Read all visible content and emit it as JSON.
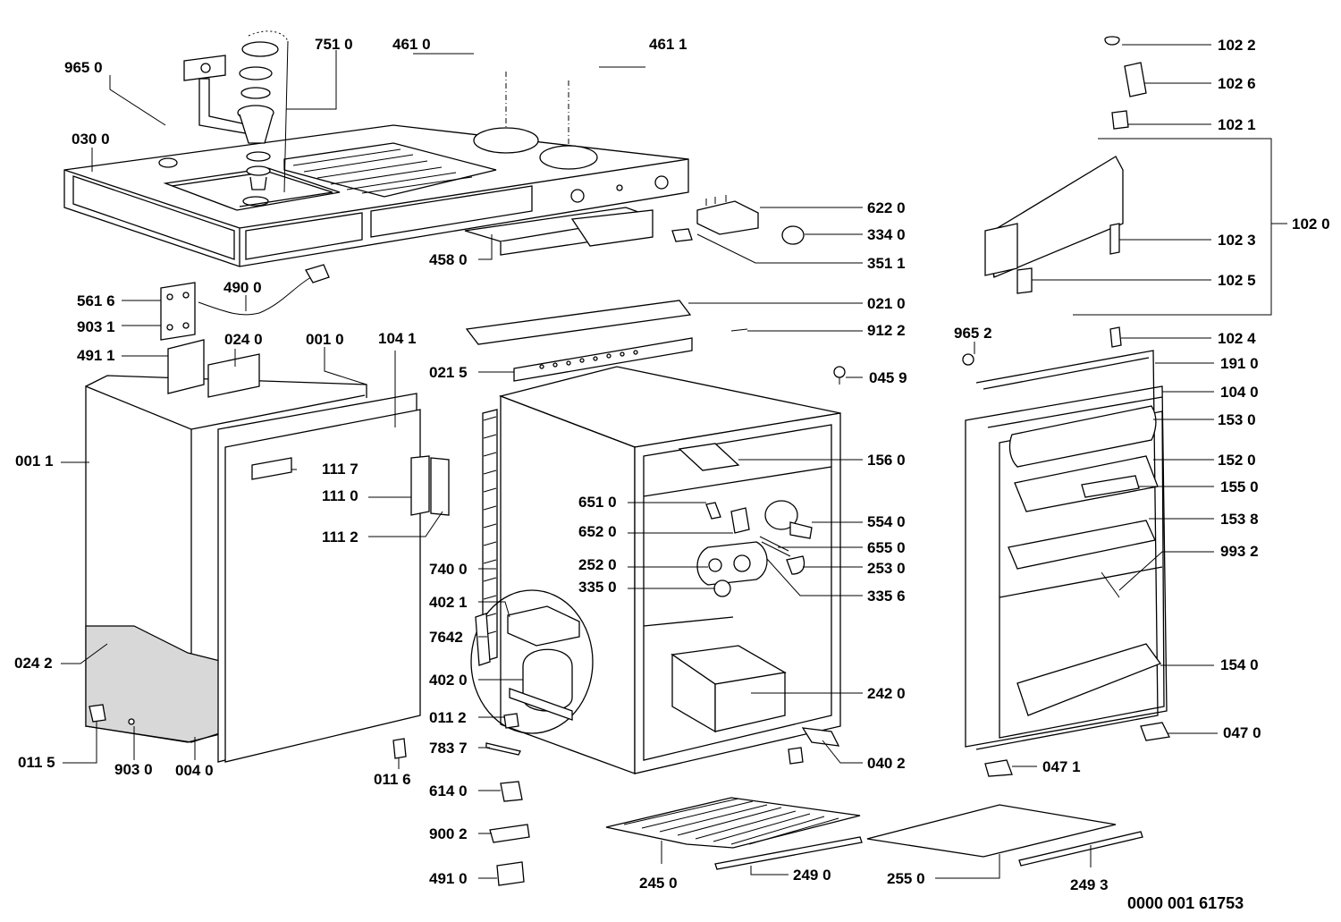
{
  "labels": {
    "p9650": "965 0",
    "p0300": "030 0",
    "p7510": "751 0",
    "p4610": "461 0",
    "p4611": "461 1",
    "p6220": "622 0",
    "p3340": "334 0",
    "p3511": "351 1",
    "p4580": "458 0",
    "p5616": "561 6",
    "p9031": "903 1",
    "p4900": "490 0",
    "p4911": "491 1",
    "p0240": "024 0",
    "p0010": "001 0",
    "p1041": "104 1",
    "p0011": "001 1",
    "p1117": "111 7",
    "p1110": "111 0",
    "p1112": "111 2",
    "p0242": "024 2",
    "p0115": "011 5",
    "p9030": "903 0",
    "p0040": "004 0",
    "p0116": "011 6",
    "p0210": "021 0",
    "p9122": "912 2",
    "p0215": "021 5",
    "p0459": "045 9",
    "p1560": "156 0",
    "p6510": "651 0",
    "p6520": "652 0",
    "p5540": "554 0",
    "p6550": "655 0",
    "p2520": "252 0",
    "p2530": "253 0",
    "p3350": "335 0",
    "p3356": "335 6",
    "p7400": "740 0",
    "p4021": "402 1",
    "p7642": "7642",
    "p4020": "402 0",
    "p2420": "242 0",
    "p0112": "011 2",
    "p7837": "783 7",
    "p6140": "614 0",
    "p9002": "900 2",
    "p4910": "491 0",
    "p0402": "040 2",
    "p2450": "245 0",
    "p2490": "249 0",
    "p2550": "255 0",
    "p2493": "249 3",
    "p1022": "102 2",
    "p1026": "102 6",
    "p1021": "102 1",
    "p1020": "102 0",
    "p1023": "102 3",
    "p1025": "102 5",
    "p1024": "102 4",
    "p9652": "965 2",
    "p1910": "191 0",
    "p1040": "104 0",
    "p1530": "153 0",
    "p1520": "152 0",
    "p1550": "155 0",
    "p1538": "153 8",
    "p9932": "993 2",
    "p1540": "154 0",
    "p0470": "047 0",
    "p0471": "047 1"
  },
  "document_id": "0000 001 61753"
}
